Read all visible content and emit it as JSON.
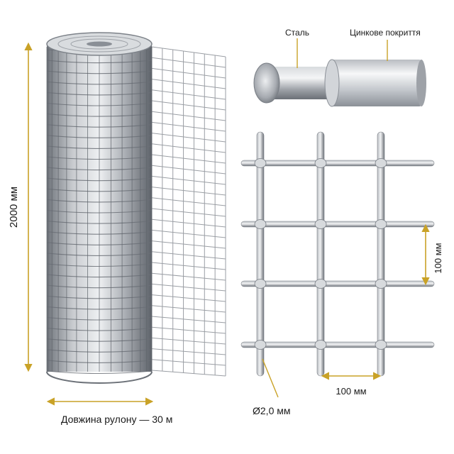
{
  "dimensions": {
    "height_label": "2000 мм",
    "length_label": "Довжина рулону — 30 м",
    "cell_vertical_label": "100 мм",
    "cell_horizontal_label": "100 мм",
    "wire_diameter_label": "Ø2,0 мм"
  },
  "wire_section": {
    "steel_label": "Сталь",
    "coating_label": "Цинкове покриття"
  },
  "colors": {
    "accent": "#c9a227",
    "wire": "#8a8f96",
    "text": "#1a1a1a"
  }
}
